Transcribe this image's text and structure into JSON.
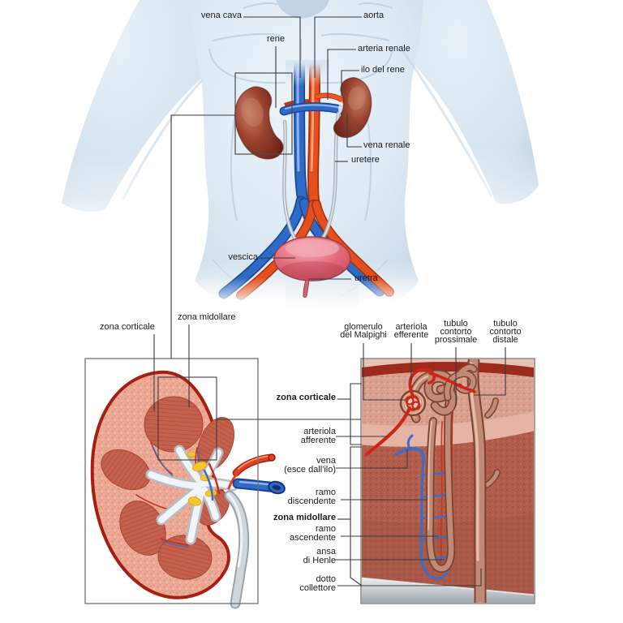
{
  "torso_labels": {
    "vena_cava": "vena cava",
    "rene": "rene",
    "aorta": "aorta",
    "arteria_renale": "arteria renale",
    "ilo_del_rene": "ilo del rene",
    "vena_renale": "vena renale",
    "uretere": "uretere",
    "vescica": "vescica",
    "uretra": "uretra"
  },
  "section_labels": {
    "zona_corticale": "zona corticale",
    "zona_midollare": "zona midollare"
  },
  "nephron_top_labels": {
    "glomerulo_1": "glomerulo",
    "glomerulo_2": "del Malpighi",
    "efferente_1": "arteriola",
    "efferente_2": "efferente",
    "prossimale_1": "tubulo",
    "prossimale_2": "contorto",
    "prossimale_3": "prossimale",
    "distale_1": "tubulo",
    "distale_2": "contorto",
    "distale_3": "distale"
  },
  "nephron_left_labels": {
    "zona_corticale": "zona corticale",
    "afferente_1": "arteriola",
    "afferente_2": "afferente",
    "vena_1": "vena",
    "vena_2": "(esce dall'ilo)",
    "discendente_1": "ramo",
    "discendente_2": "discendente",
    "zona_midollare": "zona midollare",
    "ascendente_1": "ramo",
    "ascendente_2": "ascendente",
    "ansa_1": "ansa",
    "ansa_2": "di Henle",
    "dotto_1": "dotto",
    "dotto_2": "collettore"
  },
  "colors": {
    "artery_red": "#e54f1e",
    "vein_blue": "#2f6ac6",
    "kidney_brown": "#93402c",
    "bladder_pink": "#e26876",
    "body_blue": "#dce9f3",
    "cortex_pink": "#eba894",
    "medulla_red": "#b05e4b",
    "label_text": "#1b1b1b"
  }
}
